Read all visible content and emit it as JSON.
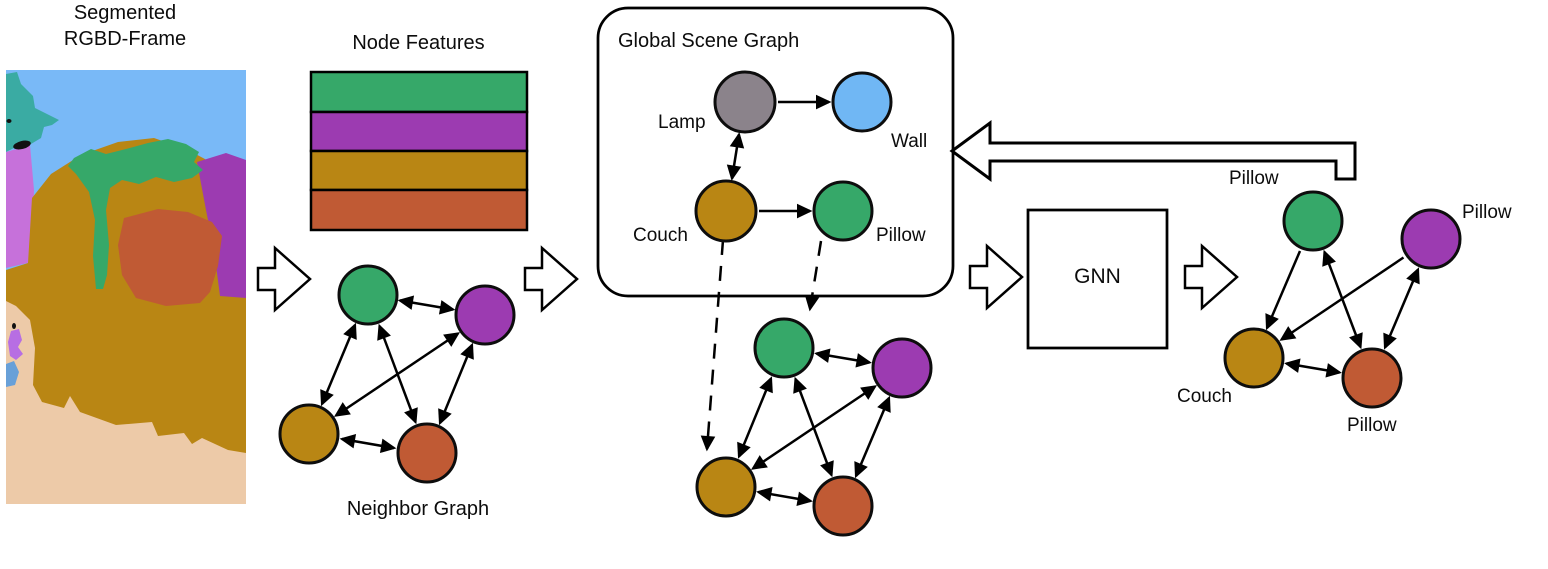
{
  "segmented_frame": {
    "title_line1": "Segmented",
    "title_line2": "RGBD-Frame",
    "palette": {
      "sky": "#79b9f7",
      "teal": "#3aaba3",
      "orchid": "#c671da",
      "pillow_green": "#36a869",
      "pillow_purple": "#9c3bb1",
      "couch_gold": "#b98614",
      "pillow_red": "#c05a34",
      "floor_tan": "#edcaa8",
      "blob_lavender": "#b76ee3",
      "blob_blue": "#68a0d8"
    }
  },
  "node_features": {
    "title": "Node Features",
    "bar_colors": [
      "#36a869",
      "#9c3bb1",
      "#b98614",
      "#c05a34"
    ]
  },
  "neighbor_graph": {
    "caption": "Neighbor Graph",
    "node_colors": {
      "green": "#36a869",
      "purple": "#9c3bb1",
      "gold": "#b98614",
      "red": "#c05a34"
    }
  },
  "global_scene_graph": {
    "title": "Global Scene Graph",
    "nodes": [
      {
        "label": "Lamp",
        "color": "#8b838b"
      },
      {
        "label": "Wall",
        "color": "#70b7f4"
      },
      {
        "label": "Couch",
        "color": "#b98614"
      },
      {
        "label": "Pillow",
        "color": "#36a869"
      }
    ]
  },
  "projected_graph": {
    "node_colors": {
      "green": "#36a869",
      "purple": "#9c3bb1",
      "gold": "#b98614",
      "red": "#c05a34"
    }
  },
  "gnn": {
    "label": "GNN"
  },
  "output_graph": {
    "nodes": [
      {
        "label": "Pillow",
        "color": "#36a869"
      },
      {
        "label": "Pillow",
        "color": "#9c3bb1"
      },
      {
        "label": "Couch",
        "color": "#b98614"
      },
      {
        "label": "Pillow",
        "color": "#c05a34"
      }
    ]
  }
}
